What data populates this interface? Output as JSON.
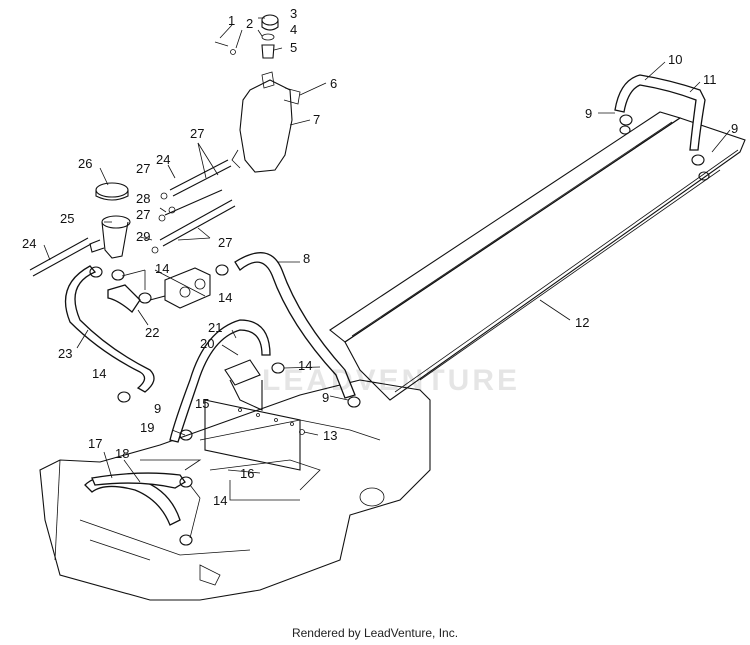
{
  "callouts": [
    {
      "id": "c1",
      "label": "1"
    },
    {
      "id": "c2",
      "label": "2"
    },
    {
      "id": "c3",
      "label": "3"
    },
    {
      "id": "c4",
      "label": "4"
    },
    {
      "id": "c5",
      "label": "5"
    },
    {
      "id": "c6",
      "label": "6"
    },
    {
      "id": "c7",
      "label": "7"
    },
    {
      "id": "c8",
      "label": "8"
    },
    {
      "id": "c9a",
      "label": "9"
    },
    {
      "id": "c9b",
      "label": "9"
    },
    {
      "id": "c9c",
      "label": "9"
    },
    {
      "id": "c9d",
      "label": "9"
    },
    {
      "id": "c10",
      "label": "10"
    },
    {
      "id": "c11",
      "label": "11"
    },
    {
      "id": "c12",
      "label": "12"
    },
    {
      "id": "c13",
      "label": "13"
    },
    {
      "id": "c14a",
      "label": "14"
    },
    {
      "id": "c14b",
      "label": "14"
    },
    {
      "id": "c14c",
      "label": "14"
    },
    {
      "id": "c14d",
      "label": "14"
    },
    {
      "id": "c14e",
      "label": "14"
    },
    {
      "id": "c15",
      "label": "15"
    },
    {
      "id": "c16",
      "label": "16"
    },
    {
      "id": "c17",
      "label": "17"
    },
    {
      "id": "c18",
      "label": "18"
    },
    {
      "id": "c19",
      "label": "19"
    },
    {
      "id": "c20",
      "label": "20"
    },
    {
      "id": "c21",
      "label": "21"
    },
    {
      "id": "c22",
      "label": "22"
    },
    {
      "id": "c23",
      "label": "23"
    },
    {
      "id": "c24a",
      "label": "24"
    },
    {
      "id": "c24b",
      "label": "24"
    },
    {
      "id": "c25",
      "label": "25"
    },
    {
      "id": "c26",
      "label": "26"
    },
    {
      "id": "c27a",
      "label": "27"
    },
    {
      "id": "c27b",
      "label": "27"
    },
    {
      "id": "c27c",
      "label": "27"
    },
    {
      "id": "c27d",
      "label": "27"
    },
    {
      "id": "c28",
      "label": "28"
    },
    {
      "id": "c29",
      "label": "29"
    }
  ],
  "watermark": "LEADVENTURE",
  "footer": {
    "credit": "Rendered by LeadVenture, Inc."
  }
}
